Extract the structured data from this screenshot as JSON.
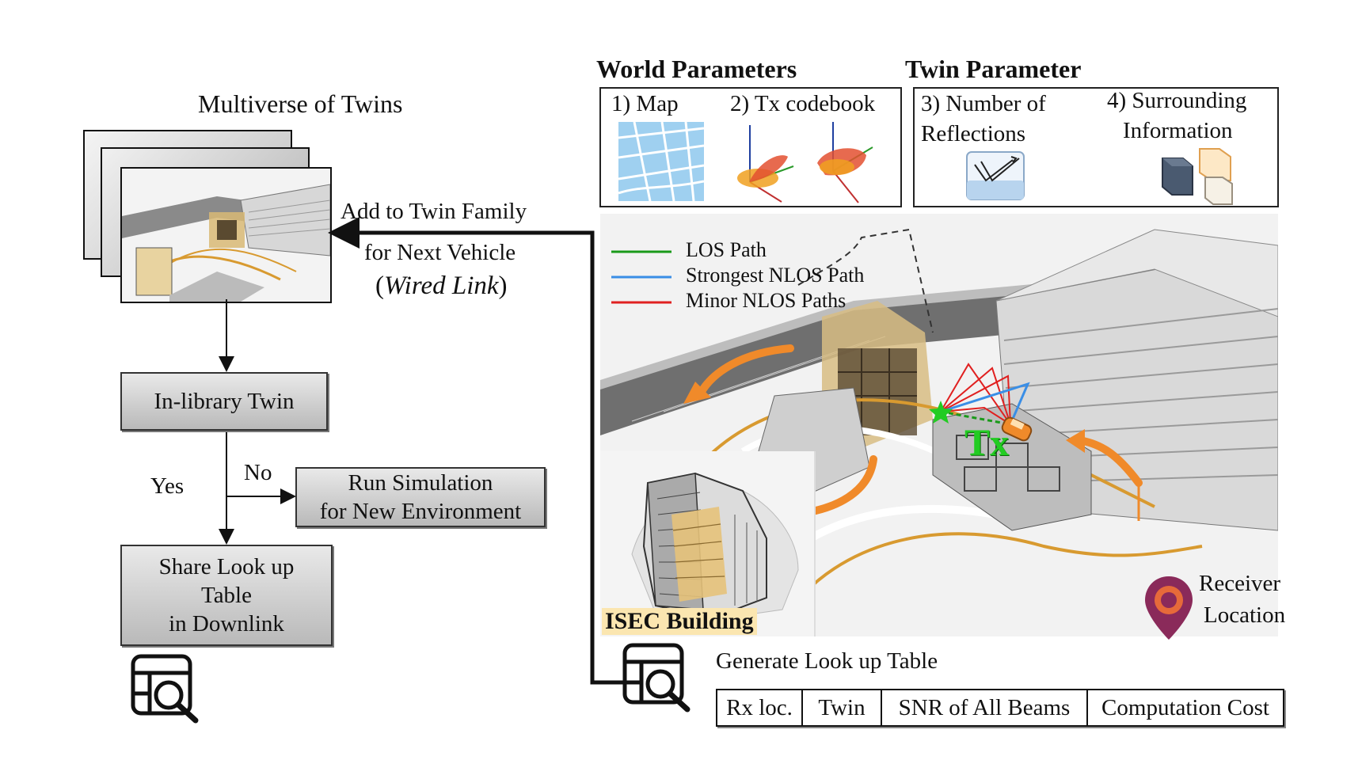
{
  "multiverse": {
    "title": "Multiverse of Twins"
  },
  "feedback": {
    "line1": "Add to Twin Family",
    "line2": "for Next Vehicle",
    "wired_open": "(",
    "wired": "Wired Link",
    "wired_close": ")"
  },
  "flow": {
    "in_library": "In-library Twin",
    "yes": "Yes",
    "no": "No",
    "run_sim_line1": "Run Simulation",
    "run_sim_line2": "for New Environment",
    "share_line1": "Share Look up",
    "share_line2": "Table",
    "share_line3": "in Downlink"
  },
  "world_params": {
    "title": "World Parameters",
    "map": "1) Map",
    "codebook": "2) Tx codebook"
  },
  "twin_params": {
    "title": "Twin Parameter",
    "reflections_line1": "3) Number of",
    "reflections_line2": "Reflections",
    "surround_line1": "4) Surrounding",
    "surround_line2": "Information"
  },
  "legend": {
    "los": "LOS Path",
    "strongest_nlos": "Strongest NLOS Path",
    "minor_nlos": "Minor NLOS Paths"
  },
  "scene": {
    "tx_label": "Tx",
    "isec_label": "ISEC Building",
    "receiver_line1": "Receiver",
    "receiver_line2": "Location"
  },
  "lookup": {
    "title": "Generate Look up Table",
    "columns": [
      "Rx loc.",
      "Twin",
      "SNR of All Beams",
      "Computation Cost"
    ]
  },
  "colors": {
    "los": "#1a9a1a",
    "strongest_nlos": "#3a8ee6",
    "minor_nlos": "#e02020",
    "arrow_orange": "#f08a2a",
    "tx_green": "#22cc22",
    "isec_bg": "#fbe6b0",
    "pin": "#8a2a5a"
  }
}
